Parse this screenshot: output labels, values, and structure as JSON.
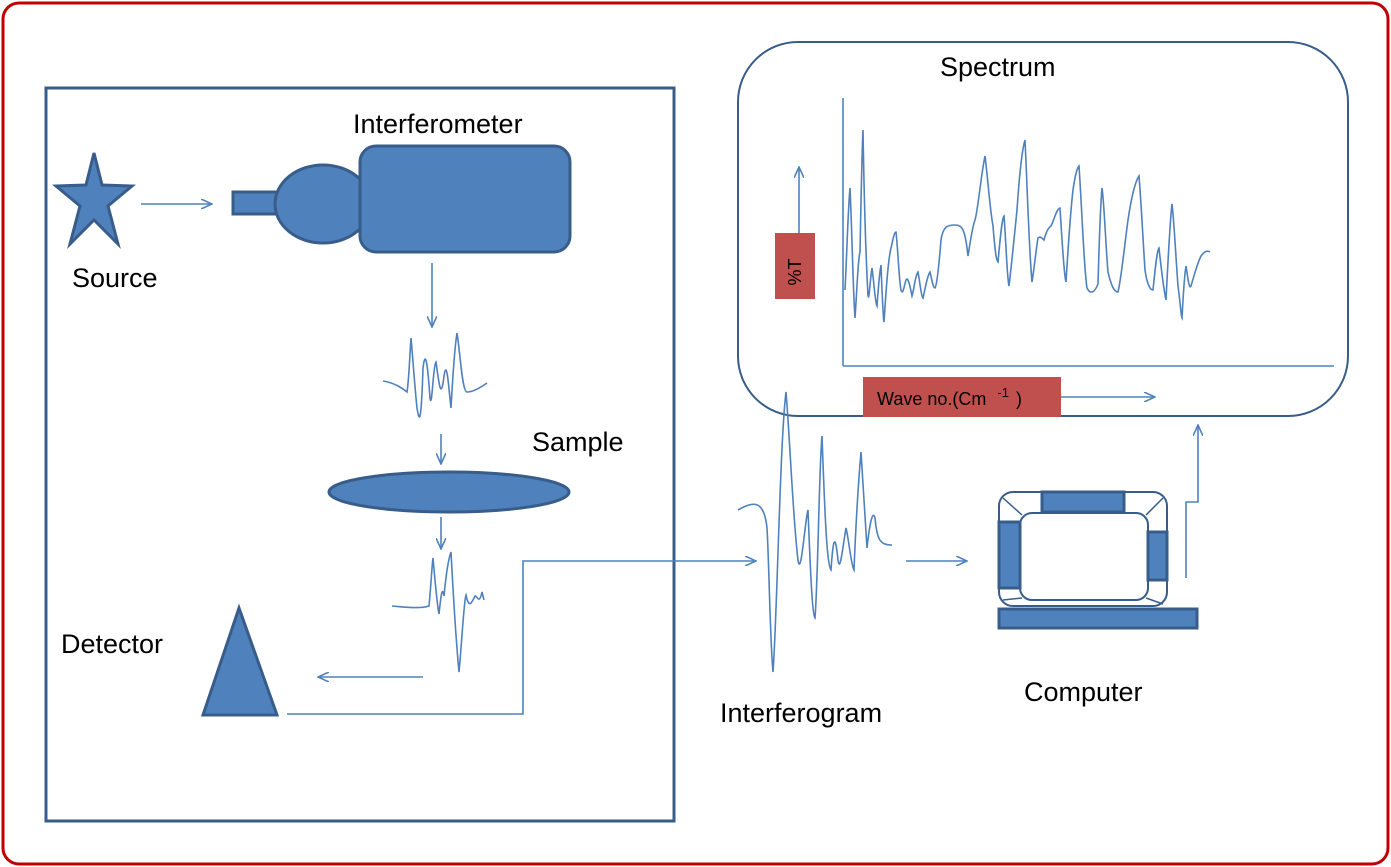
{
  "labels": {
    "source": "Source",
    "interferometer": "Interferometer",
    "sample": "Sample",
    "detector": "Detector",
    "interferogram": "Interferogram",
    "computer": "Computer",
    "spectrum": "Spectrum"
  },
  "spectrum_axes": {
    "y_label": "%T",
    "x_label_main": "Wave no.(Cm",
    "x_label_sup": "-1",
    "x_label_close": ")"
  },
  "colors": {
    "frame_border": "#c00000",
    "instrument_border": "#385d8a",
    "shape_fill": "#4f81bd",
    "line": "#4f81bd",
    "axis_tag": "#c0504d"
  },
  "icons": {
    "source": "star-icon",
    "interferometer": "interferometer-icon",
    "sample": "sample-lens-icon",
    "detector": "triangle-detector-icon",
    "computer": "computer-icon"
  }
}
